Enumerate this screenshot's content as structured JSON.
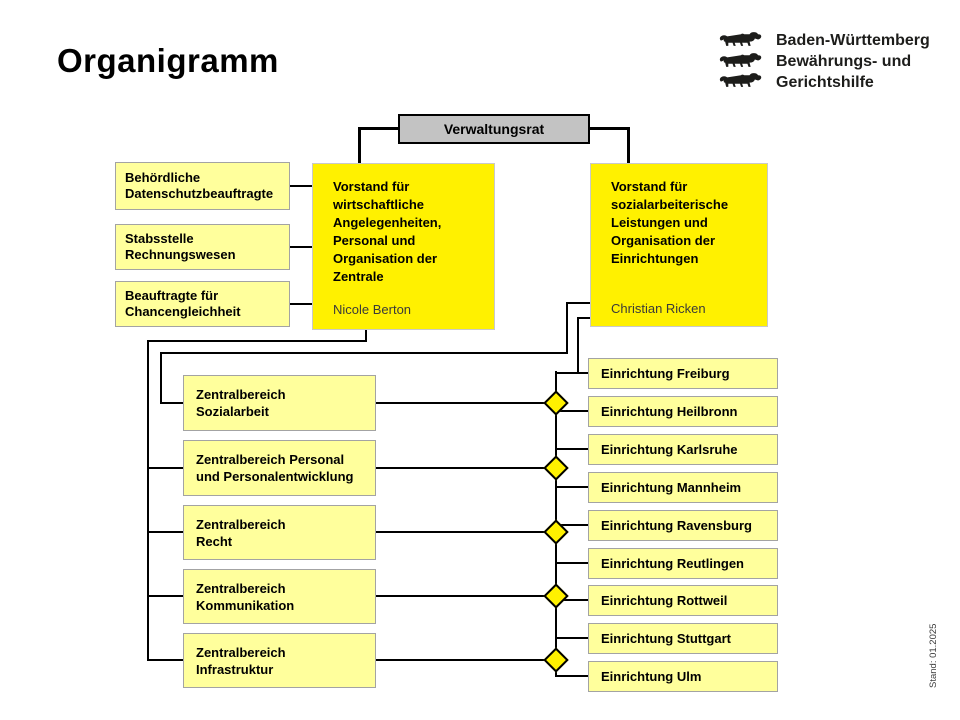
{
  "header": {
    "title": "Organigramm"
  },
  "logo": {
    "lines": [
      "Baden-Württemberg",
      "Bewährungs- und",
      "Gerichtshilfe"
    ]
  },
  "board": {
    "label": "Verwaltungsrat"
  },
  "executives": [
    {
      "title": "Vorstand für\nwirtschaftliche\nAngelegenheiten,\nPersonal und\nOrganisation der\nZentrale",
      "name": "Nicole Berton"
    },
    {
      "title": "Vorstand für\nsozialarbeiterische\nLeistungen und\nOrganisation der\nEinrichtungen",
      "name": "Christian Ricken"
    }
  ],
  "staff_units": [
    {
      "label": "Behördliche\nDatenschutzbeauftragte"
    },
    {
      "label": "Stabsstelle\nRechnungswesen"
    },
    {
      "label": "Beauftragte für\nChancengleichheit"
    }
  ],
  "central_departments": [
    {
      "label": "Zentralbereich\nSozialarbeit"
    },
    {
      "label": "Zentralbereich Personal\nund Personalentwicklung"
    },
    {
      "label": "Zentralbereich\nRecht"
    },
    {
      "label": "Zentralbereich\nKommunikation"
    },
    {
      "label": "Zentralbereich\nInfrastruktur"
    }
  ],
  "facilities": [
    {
      "label": "Einrichtung Freiburg"
    },
    {
      "label": "Einrichtung Heilbronn"
    },
    {
      "label": "Einrichtung Karlsruhe"
    },
    {
      "label": "Einrichtung Mannheim"
    },
    {
      "label": "Einrichtung Ravensburg"
    },
    {
      "label": "Einrichtung Reutlingen"
    },
    {
      "label": "Einrichtung Rottweil"
    },
    {
      "label": "Einrichtung Stuttgart"
    },
    {
      "label": "Einrichtung Ulm"
    }
  ],
  "footer": {
    "stand": "Stand: 01.2025"
  },
  "colors": {
    "bright_yellow": "#FFF100",
    "light_yellow": "#FFFF9C",
    "gray_box": "#C3C3C3",
    "line_black": "#000000"
  }
}
